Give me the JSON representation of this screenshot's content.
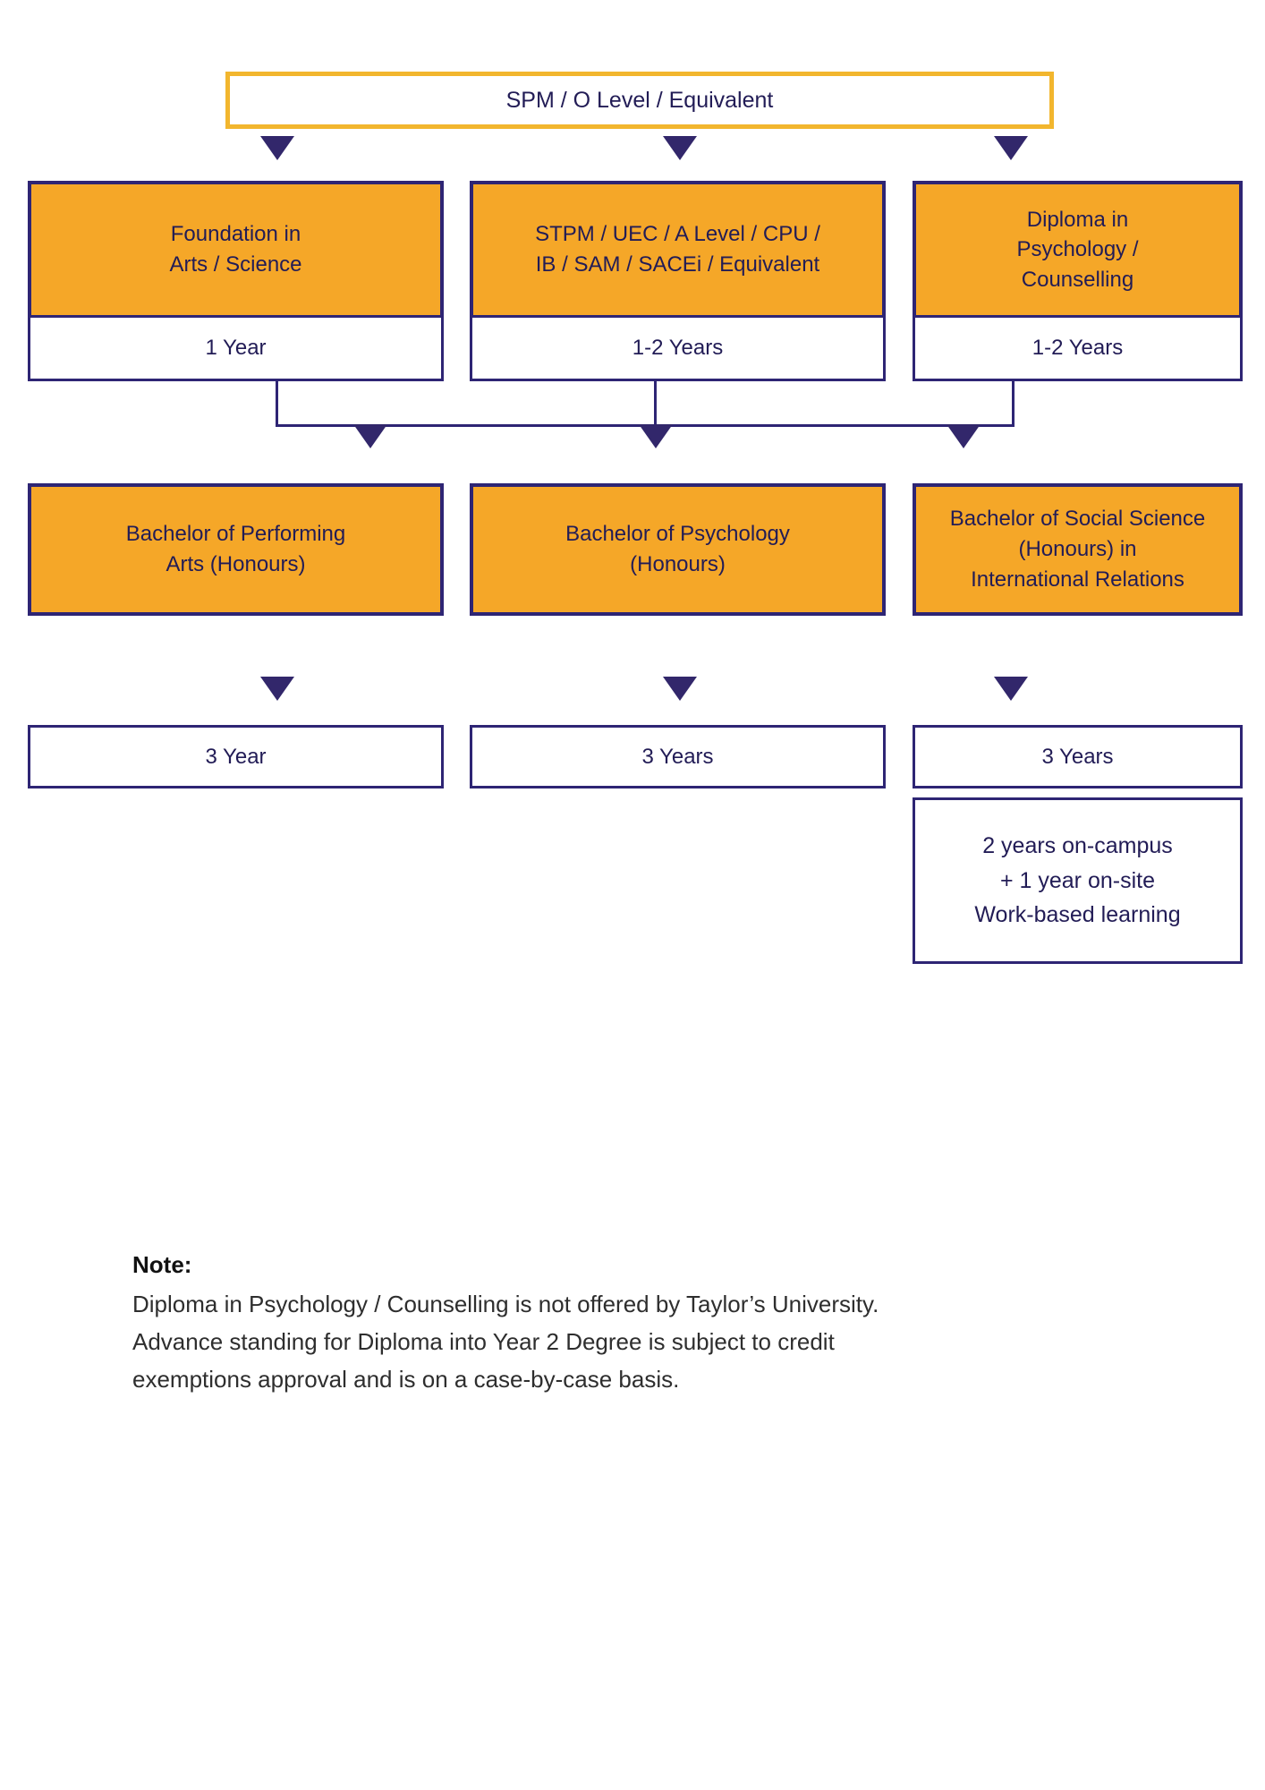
{
  "colors": {
    "orange": "#F5A728",
    "line": "#2E2574",
    "arrow": "#32276B",
    "ink": "#221C56",
    "entry_border": "#F2B62E",
    "note_ink": "#2E2E2E"
  },
  "entry": {
    "label": "SPM / O Level / Equivalent"
  },
  "columns": [
    {
      "qualification": "Foundation in\nArts / Science",
      "qualification_duration": "1 Year",
      "degree": "Bachelor of Performing\nArts (Honours)",
      "degree_duration": "3 Year"
    },
    {
      "qualification": "STPM / UEC / A Level / CPU /\nIB / SAM / SACEi / Equivalent",
      "qualification_duration": "1-2 Years",
      "degree": "Bachelor of Psychology\n(Honours)",
      "degree_duration": "3 Years"
    },
    {
      "qualification": "Diploma in\nPsychology /\nCounselling",
      "qualification_duration": "1-2 Years",
      "degree": "Bachelor of Social Science\n(Honours) in\nInternational Relations",
      "degree_duration": "3 Years",
      "extra_info": "2 years on-campus\n+ 1 year on-site\nWork-based learning"
    }
  ],
  "note": {
    "title": "Note:",
    "body": "Diploma in Psychology / Counselling is not offered by Taylor’s University.\nAdvance standing for Diploma into Year 2 Degree is subject to credit\nexemptions approval and is on a case-by-case basis."
  }
}
